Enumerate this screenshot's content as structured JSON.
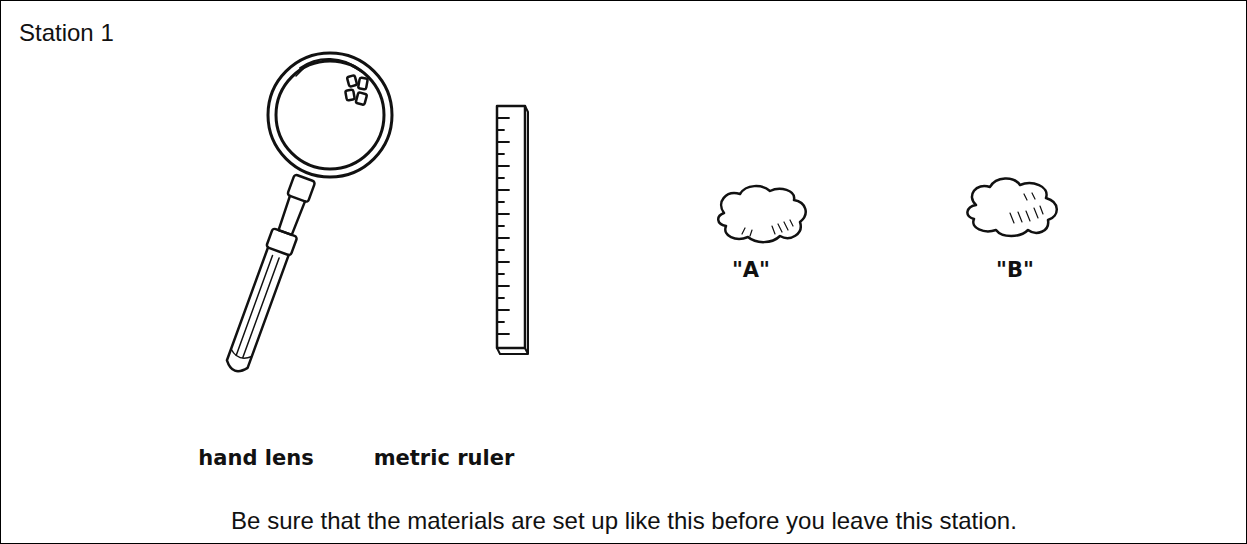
{
  "diagram": {
    "nodes": [
      {
        "text": [
          "Station 1",
          "Be sure that the materials are set up like this before you leave this station."
        ]
      }
    ],
    "labels": [
      "hand lens",
      "metric ruler",
      "\"A\"",
      "\"B\""
    ]
  }
}
